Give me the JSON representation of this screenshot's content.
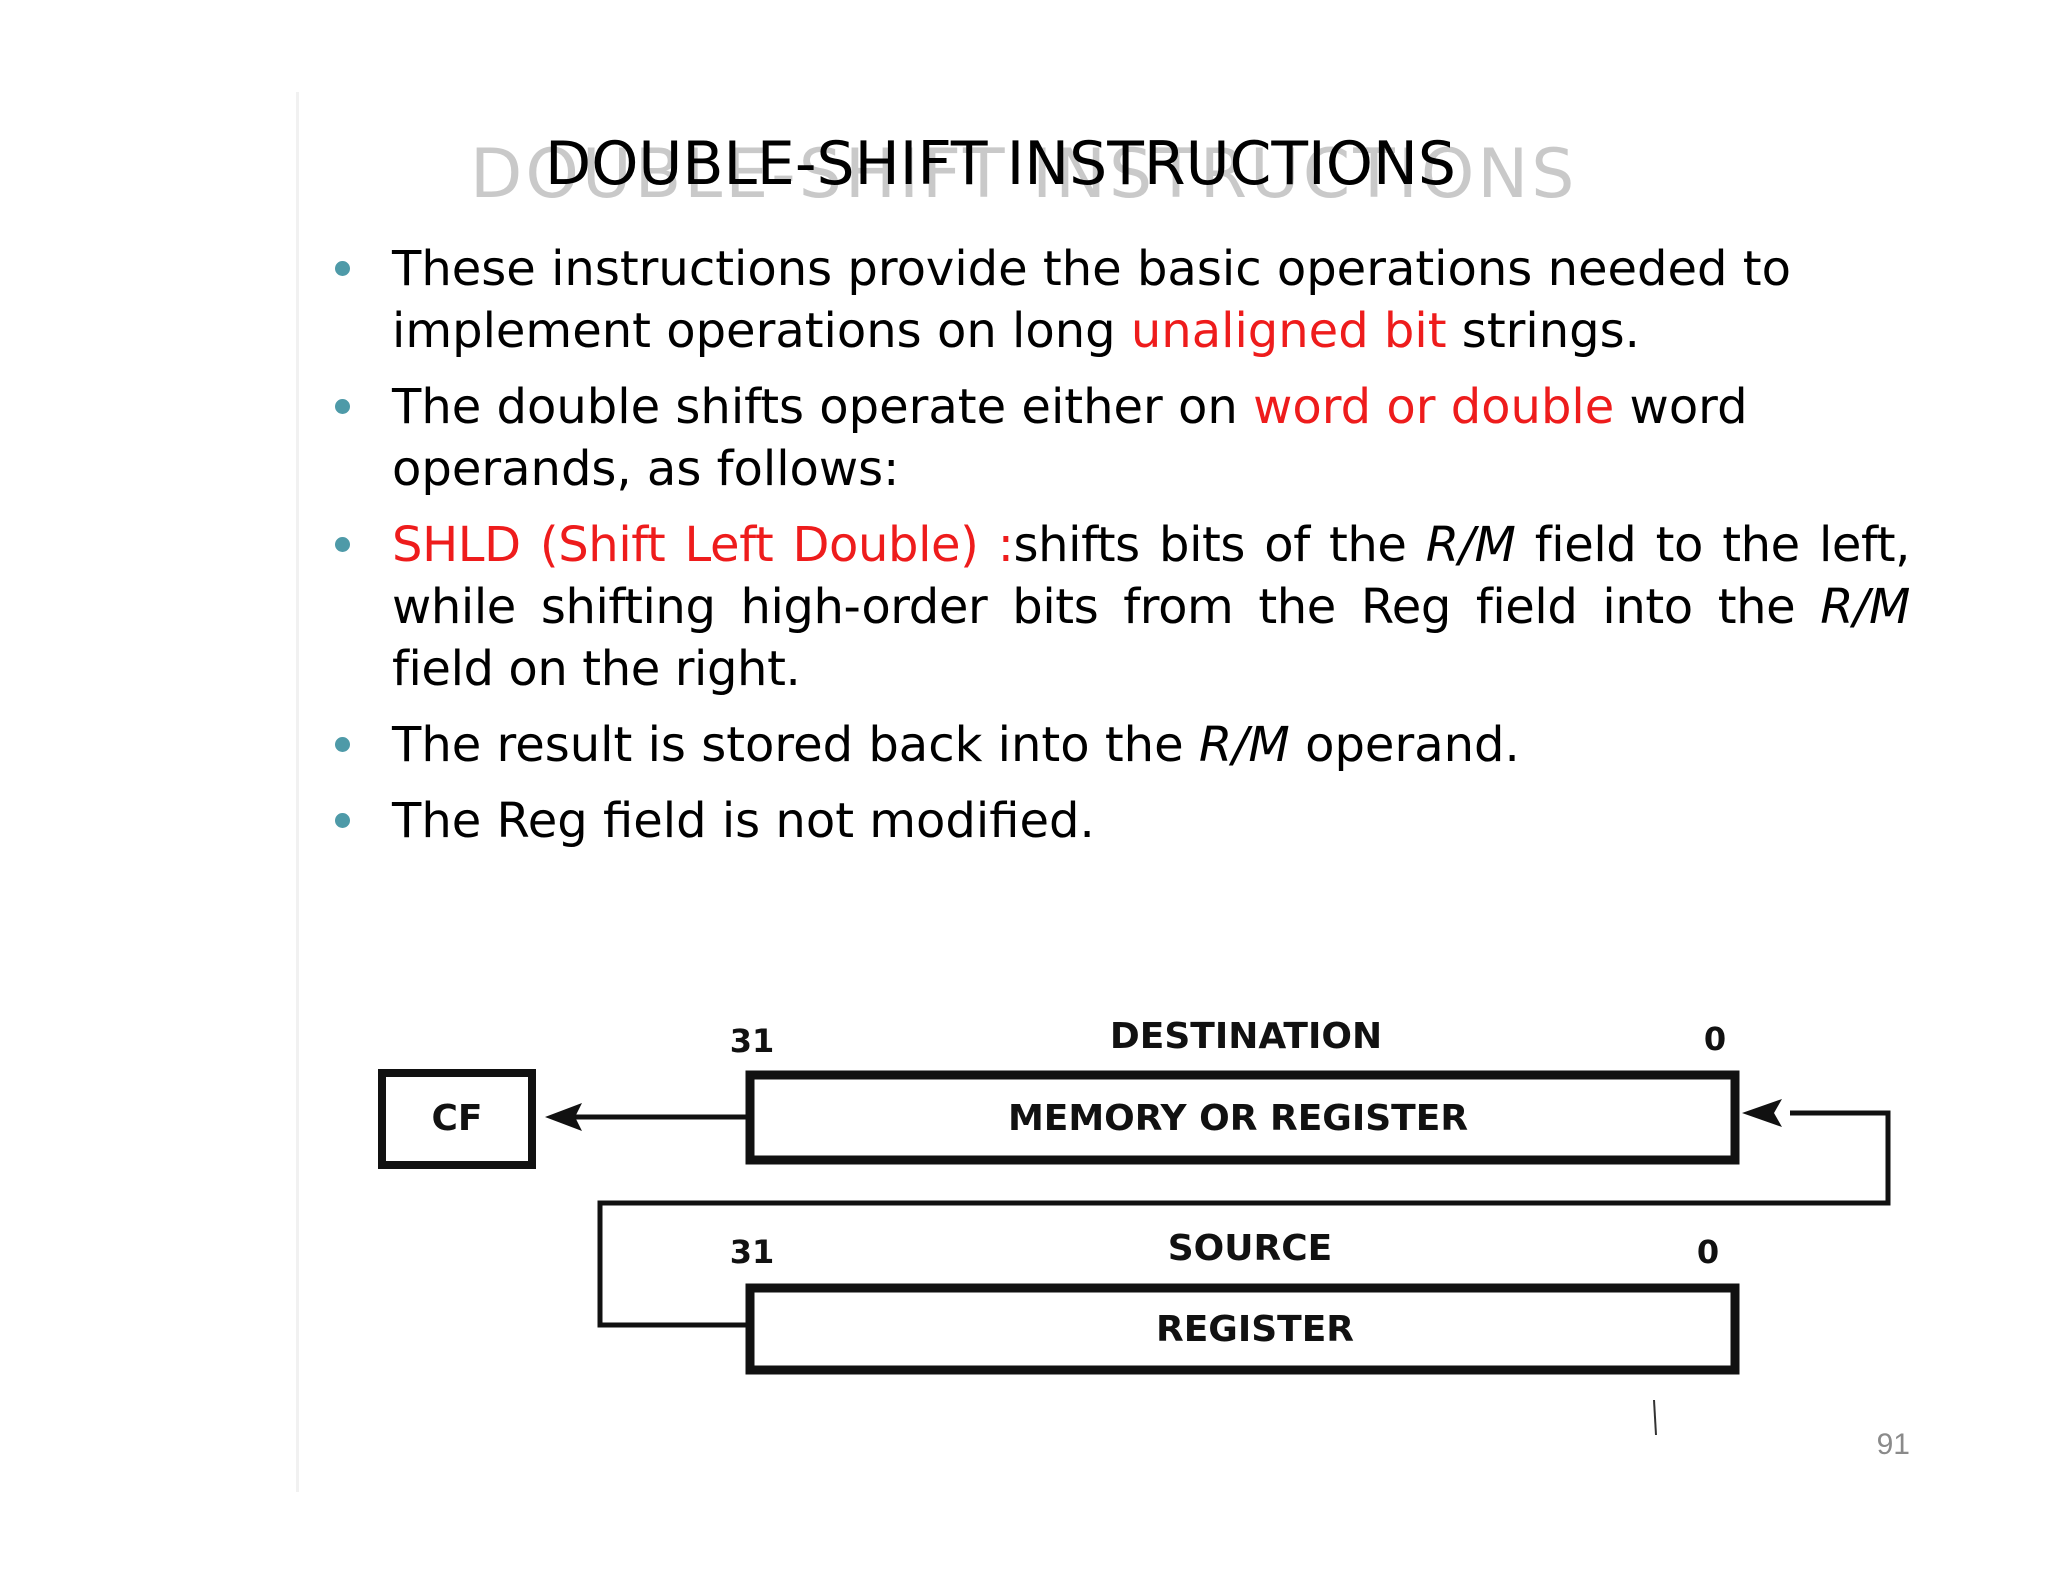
{
  "slide": {
    "title": "DOUBLE-SHIFT INSTRUCTIONS",
    "page_number": "91"
  },
  "bullets": [
    {
      "line1": "These instructions provide the basic operations needed to",
      "line2_pre": "implement operations on long ",
      "line2_red": "unaligned bit",
      "line2_post": " strings."
    },
    {
      "pre": " The double shifts operate either on ",
      "red": "word or double",
      "post": " word operands, as follows:"
    },
    {
      "red": "SHLD (Shift Left Double) :",
      "t1": "shifts bits of the ",
      "it1": "R/M",
      "t2": " field to the left, while shifting high-order bits from the Reg field into the ",
      "it2": "R/M",
      "t3": " field on the right."
    },
    {
      "pre": " The result is stored back into the ",
      "it": "R/M",
      "post": " operand."
    },
    {
      "text": " The Reg field is not modified."
    }
  ],
  "diagram": {
    "cf_label": "CF",
    "destination_label": "DESTINATION",
    "destination_box_label": "MEMORY OR REGISTER",
    "source_label": "SOURCE",
    "source_box_label": "REGISTER",
    "dest_msb": "31",
    "dest_lsb": "0",
    "src_msb": "31",
    "src_lsb": "0"
  }
}
